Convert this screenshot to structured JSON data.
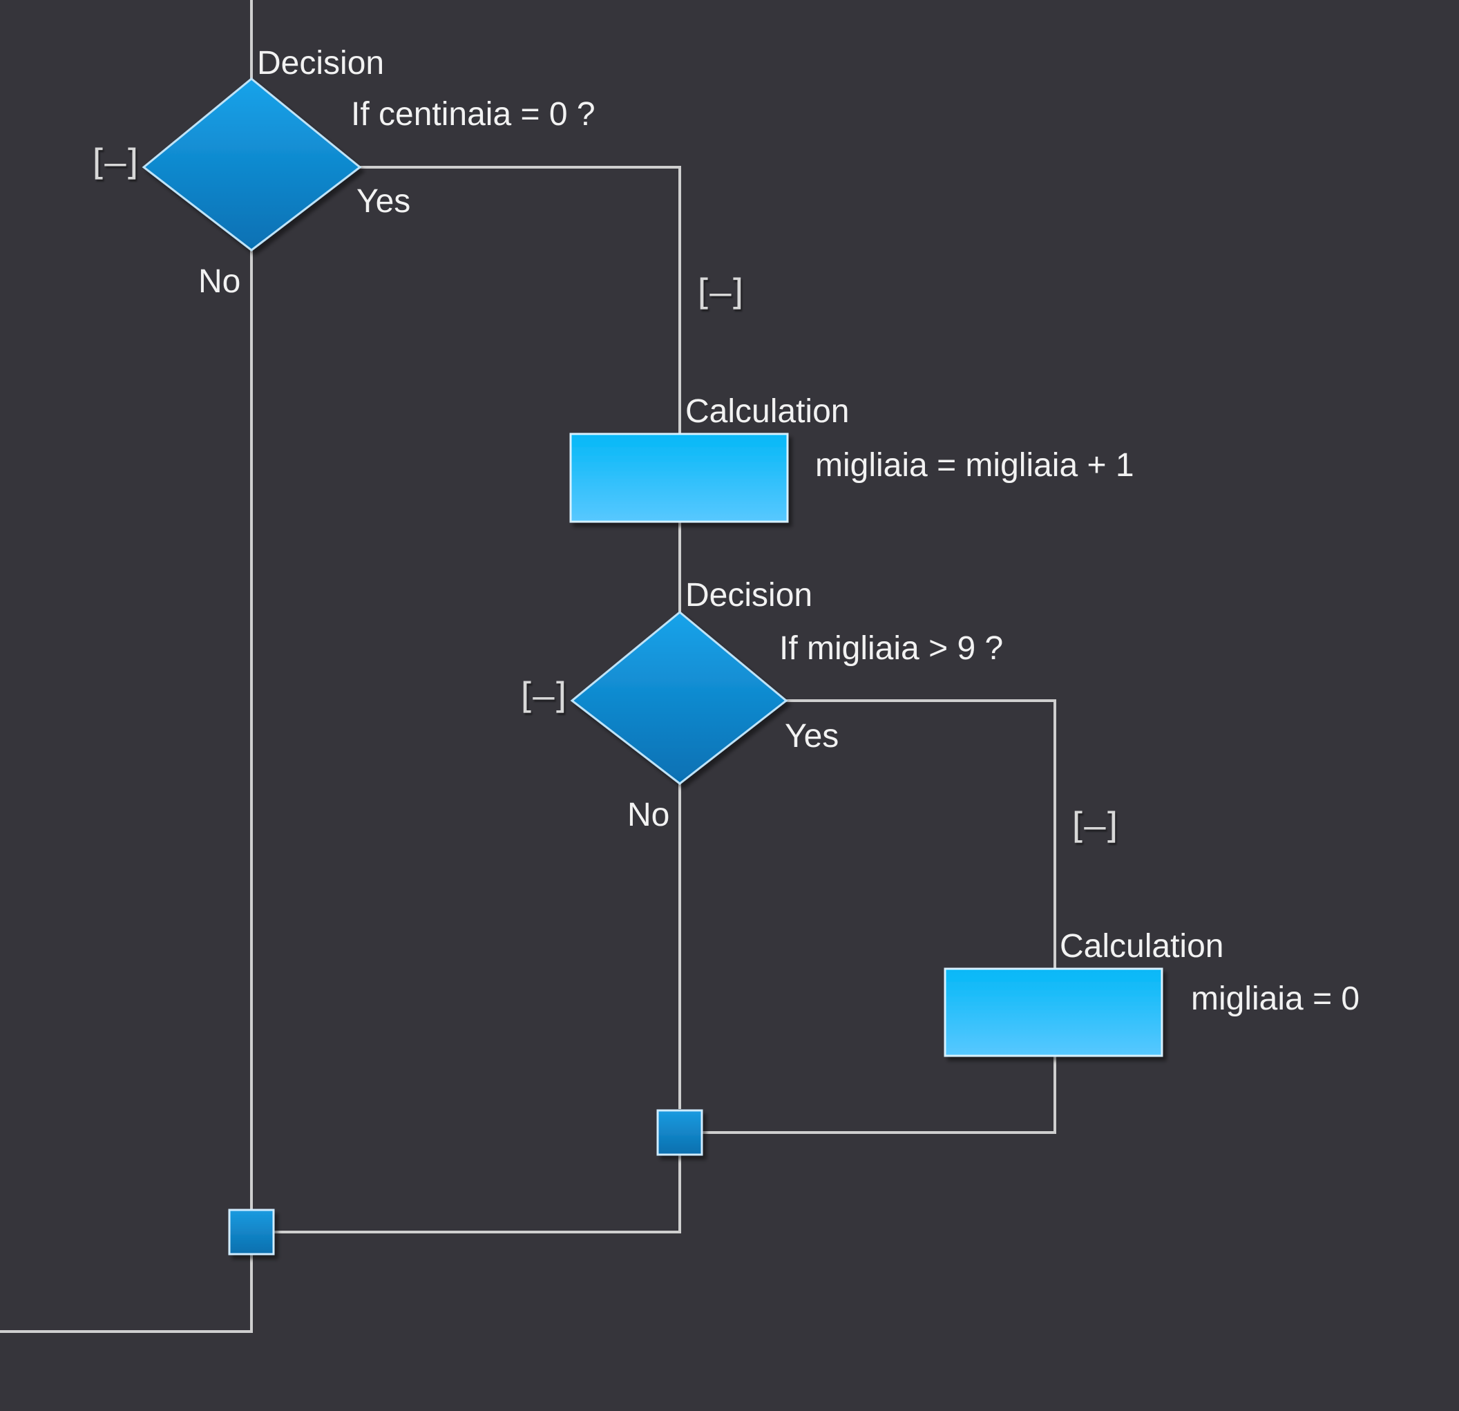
{
  "diagram": {
    "decision1": {
      "type_label": "Decision",
      "condition": "If  centinaia = 0 ?",
      "yes_label": "Yes",
      "no_label": "No",
      "collapse_label": "[–]"
    },
    "yes_branch1": {
      "collapse_label": "[–]"
    },
    "calc1": {
      "type_label": "Calculation",
      "expression": "migliaia = migliaia + 1"
    },
    "decision2": {
      "type_label": "Decision",
      "condition": "If  migliaia > 9 ?",
      "yes_label": "Yes",
      "no_label": "No",
      "collapse_label": "[–]"
    },
    "yes_branch2": {
      "collapse_label": "[–]"
    },
    "calc2": {
      "type_label": "Calculation",
      "expression": "migliaia = 0"
    },
    "colors": {
      "background": "#36353b",
      "connector": "#d0d0d0",
      "decision_top": "#1aa0e6",
      "decision_bottom": "#0a74b8",
      "calc_top": "#08baf6",
      "calc_bottom": "#52c6ff",
      "junction": "#1a86cc"
    }
  }
}
